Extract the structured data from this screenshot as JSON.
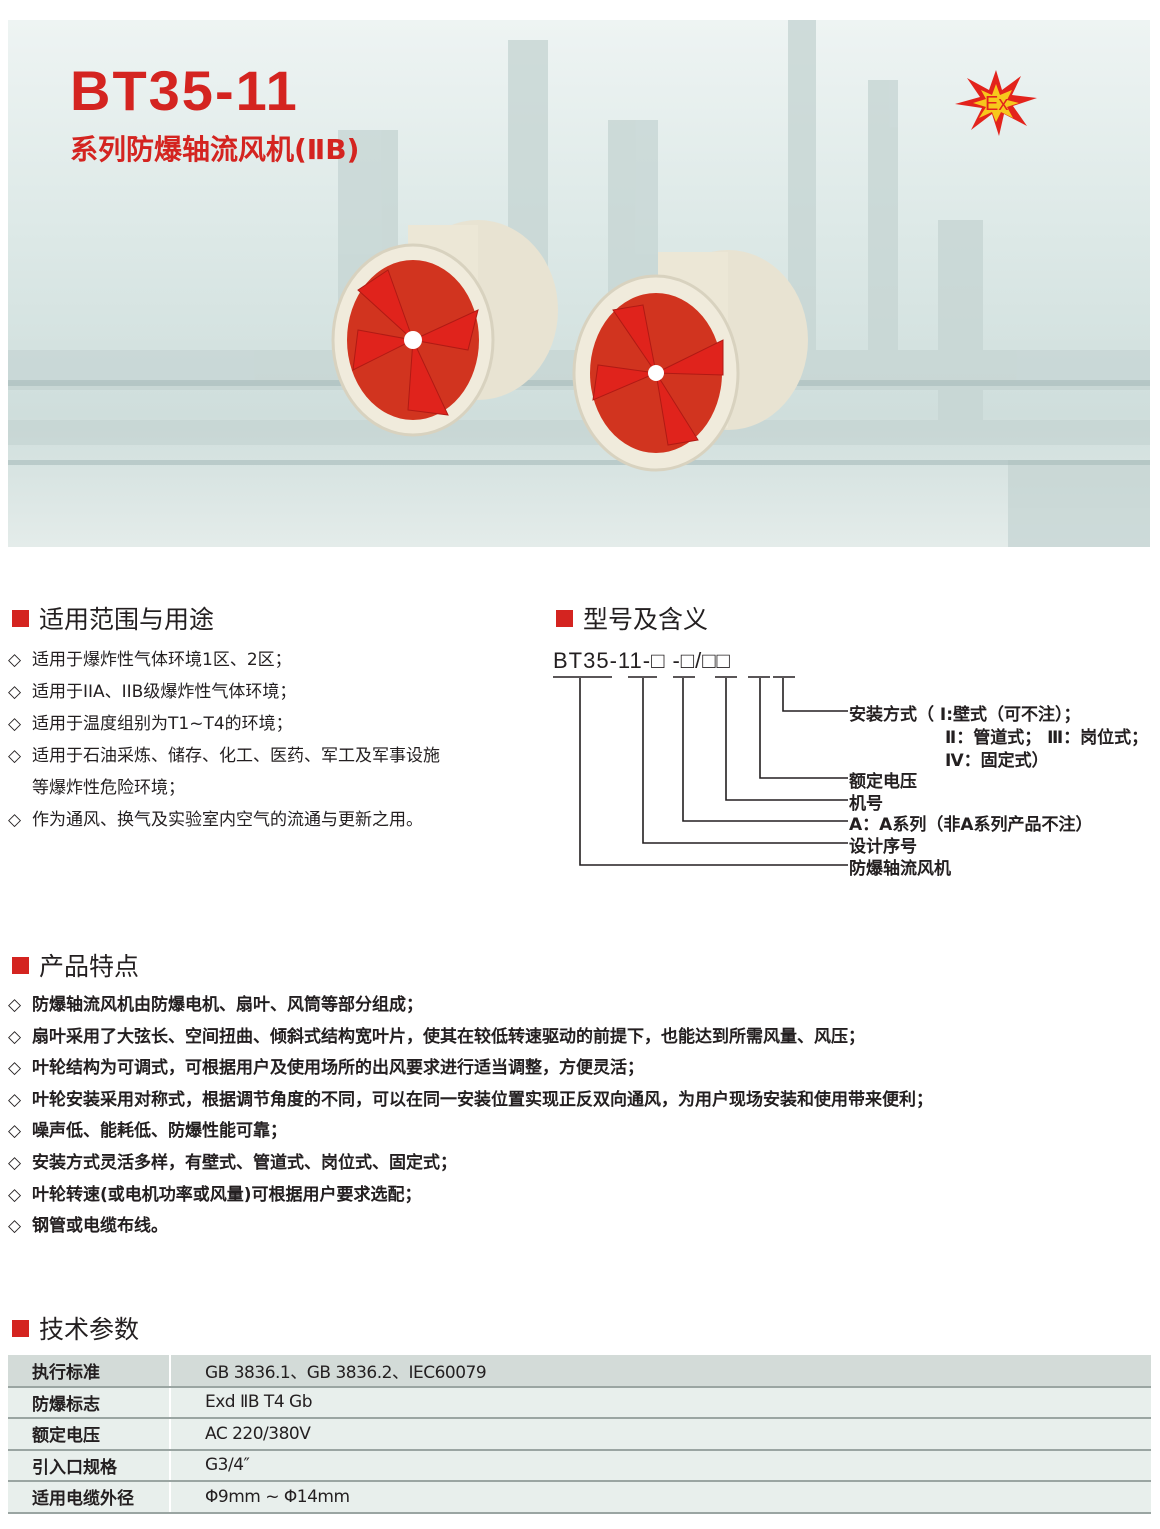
{
  "header": {
    "title": "BT35-11",
    "subtitle": "系列防爆轴流风机(ⅡB)",
    "ex_mark": "Ex"
  },
  "scope": {
    "heading": "适用范围与用途",
    "items": [
      "适用于爆炸性气体环境1区、2区；",
      "适用于IIA、IIB级爆炸性气体环境；",
      "适用于温度组别为T1~T4的环境；",
      "适用于石油采炼、储存、化工、医药、军工及军事设施",
      "等爆炸性危险环境；",
      "作为通风、换气及实验室内空气的流通与更新之用。"
    ]
  },
  "model": {
    "heading": "型号及含义",
    "code": "BT35-11-□ -□/□□",
    "labels": [
      "安装方式（ Ⅰ:壁式（可不注）；",
      "Ⅱ：管道式；  Ⅲ：岗位式；",
      "Ⅳ：固定式）",
      "额定电压",
      "机号",
      "A：A系列（非A系列产品不注）",
      "设计序号",
      "防爆轴流风机"
    ]
  },
  "features": {
    "heading": "产品特点",
    "items": [
      "防爆轴流风机由防爆电机、扇叶、风筒等部分组成；",
      "扇叶采用了大弦长、空间扭曲、倾斜式结构宽叶片，使其在较低转速驱动的前提下，也能达到所需风量、风压；",
      "叶轮结构为可调式，可根据用户及使用场所的出风要求进行适当调整，方便灵活；",
      "叶轮安装采用对称式，根据调节角度的不同，可以在同一安装位置实现正反双向通风，为用户现场安装和使用带来便利；",
      "噪声低、能耗低、防爆性能可靠；",
      "安装方式灵活多样，有壁式、管道式、岗位式、固定式；",
      "叶轮转速(或电机功率或风量)可根据用户要求选配；",
      "钢管或电缆布线。"
    ]
  },
  "specs": {
    "heading": "技术参数",
    "rows": [
      [
        "执行标准",
        "GB 3836.1、GB 3836.2、IEC60079"
      ],
      [
        "防爆标志",
        "Exd ⅡB T4  Gb"
      ],
      [
        "额定电压",
        "AC 220/380V"
      ],
      [
        "引入口规格",
        "G3/4″"
      ],
      [
        "适用电缆外径",
        "Φ9mm ~ Φ14mm"
      ]
    ]
  },
  "colors": {
    "accent": "#d42420",
    "fan_blade": "#e0231c",
    "fan_housing": "#ece7d6"
  }
}
